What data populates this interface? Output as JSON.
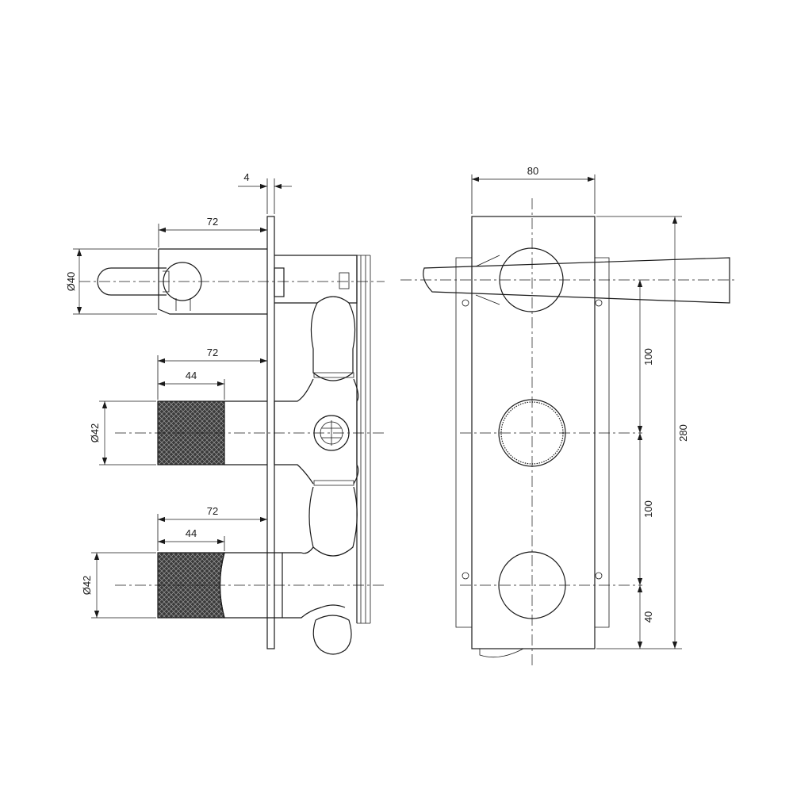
{
  "dimensions": {
    "plate_thickness": "4",
    "lever_reach": "72",
    "lever_diameter": "Ø40",
    "knob1_reach": "72",
    "knob1_knurl_length": "44",
    "knob1_diameter": "Ø42",
    "knob2_reach": "72",
    "knob2_knurl_length": "44",
    "knob2_diameter": "Ø42",
    "plate_width": "80",
    "spacing_top": "100",
    "spacing_mid": "100",
    "spacing_bottom": "40",
    "plate_height": "280"
  },
  "colors": {
    "line": "#1a1a1a",
    "background": "#ffffff"
  }
}
